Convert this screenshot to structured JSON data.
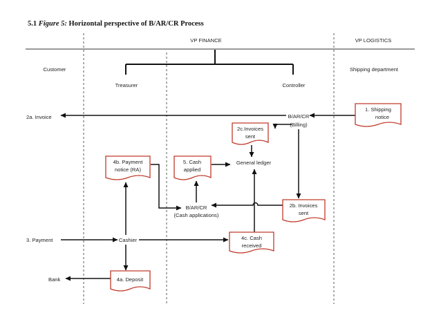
{
  "title": {
    "section": "5.1",
    "figure": "Figure 5:",
    "text": "Horizontal perspective of B/AR/CR Process"
  },
  "headers": {
    "vp_finance": "VP FINANCE",
    "vp_logistics": "VP LOGISTICS"
  },
  "roles": {
    "customer": "Customer",
    "treasurer": "Treasurer",
    "controller": "Controller",
    "shipping_department": "Shipping department"
  },
  "nodes": {
    "billing_line1": "B/AR/CR",
    "billing_line2": "(Billing)",
    "cash_app_line1": "B/AR/CR",
    "cash_app_line2": "(Cash applications)",
    "general_ledger": "General ledger",
    "cashier": "Cashier",
    "invoice_out": "2a. Invoice",
    "payment_in": "3. Payment",
    "bank": "Bank"
  },
  "documents": {
    "shipping_notice_line1": "1.  Shipping",
    "shipping_notice_line2": "notice",
    "invoices_sent_2c_line1": "2c.Invoices",
    "invoices_sent_2c_line2": "sent",
    "payment_notice_line1": "4b. Payment",
    "payment_notice_line2": "notice (RA)",
    "cash_applied_line1": "5. Cash",
    "cash_applied_line2": "applied",
    "invoices_sent_2b_line1": "2b. Invoices",
    "invoices_sent_2b_line2": "sent",
    "cash_received_line1": "4c. Cash",
    "cash_received_line2": "received",
    "deposit": "4a. Deposit"
  },
  "colors": {
    "line": "#111111",
    "document_border": "#c0392b",
    "text": "#222222"
  }
}
